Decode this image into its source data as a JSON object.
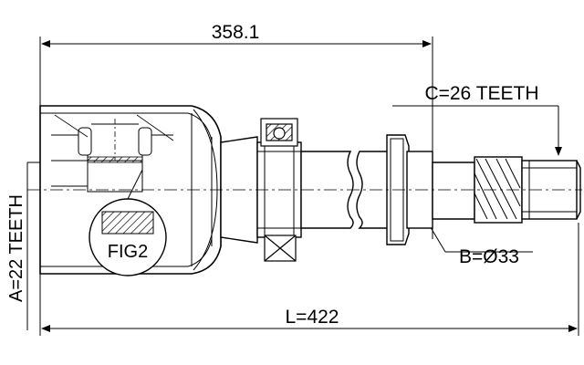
{
  "dimensions": {
    "overall_top": "358.1",
    "length": "L=422",
    "spline_c": "C=26 TEETH",
    "diameter_b": "B=Ø33",
    "spline_a": "A=22 TEETH"
  },
  "figure_label": "FIG2",
  "colors": {
    "line": "#000000",
    "background": "#ffffff"
  }
}
